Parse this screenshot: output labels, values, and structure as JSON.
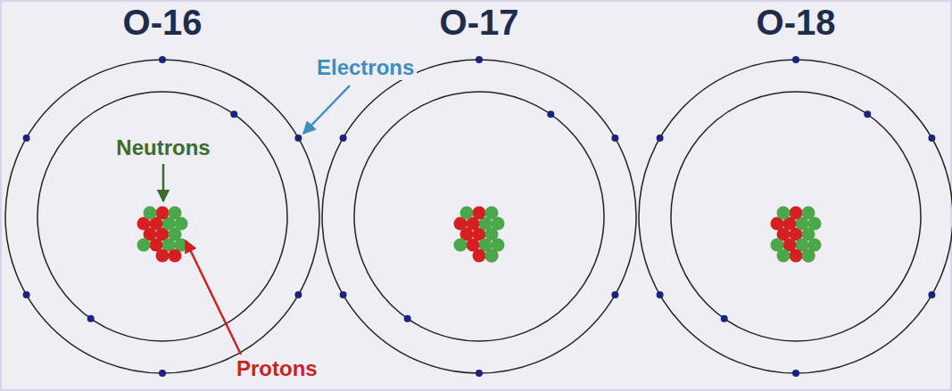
{
  "diagram": {
    "nodes": [
      {
        "text": [
          "O-16"
        ]
      },
      {
        "text": [
          "O-17"
        ]
      },
      {
        "text": [
          "O-18"
        ]
      }
    ],
    "labels": [
      "Electrons",
      "Neutrons",
      "Protons"
    ]
  }
}
